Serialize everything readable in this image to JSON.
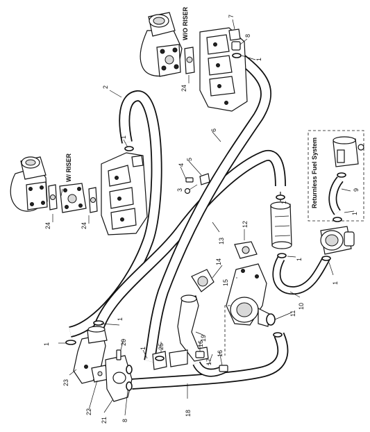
{
  "labels": {
    "without_riser": "W/O RISER",
    "with_riser": "W/ RISER",
    "returnless_fuel_system": "Returnless Fuel System"
  },
  "callouts": {
    "c1": "1",
    "c2": "2",
    "c3": "3",
    "c4": "4",
    "c5": "5",
    "c6": "6",
    "c7": "7",
    "c8": "8",
    "c9": "9",
    "c10": "10",
    "c11": "11",
    "c12": "12",
    "c13": "13",
    "c14": "14",
    "c15": "15",
    "c16": "16",
    "c17": "17",
    "c18": "18",
    "c19": "19",
    "c20": "20",
    "c21": "21",
    "c22": "22",
    "c23": "23",
    "c24": "24",
    "c25": "25"
  }
}
